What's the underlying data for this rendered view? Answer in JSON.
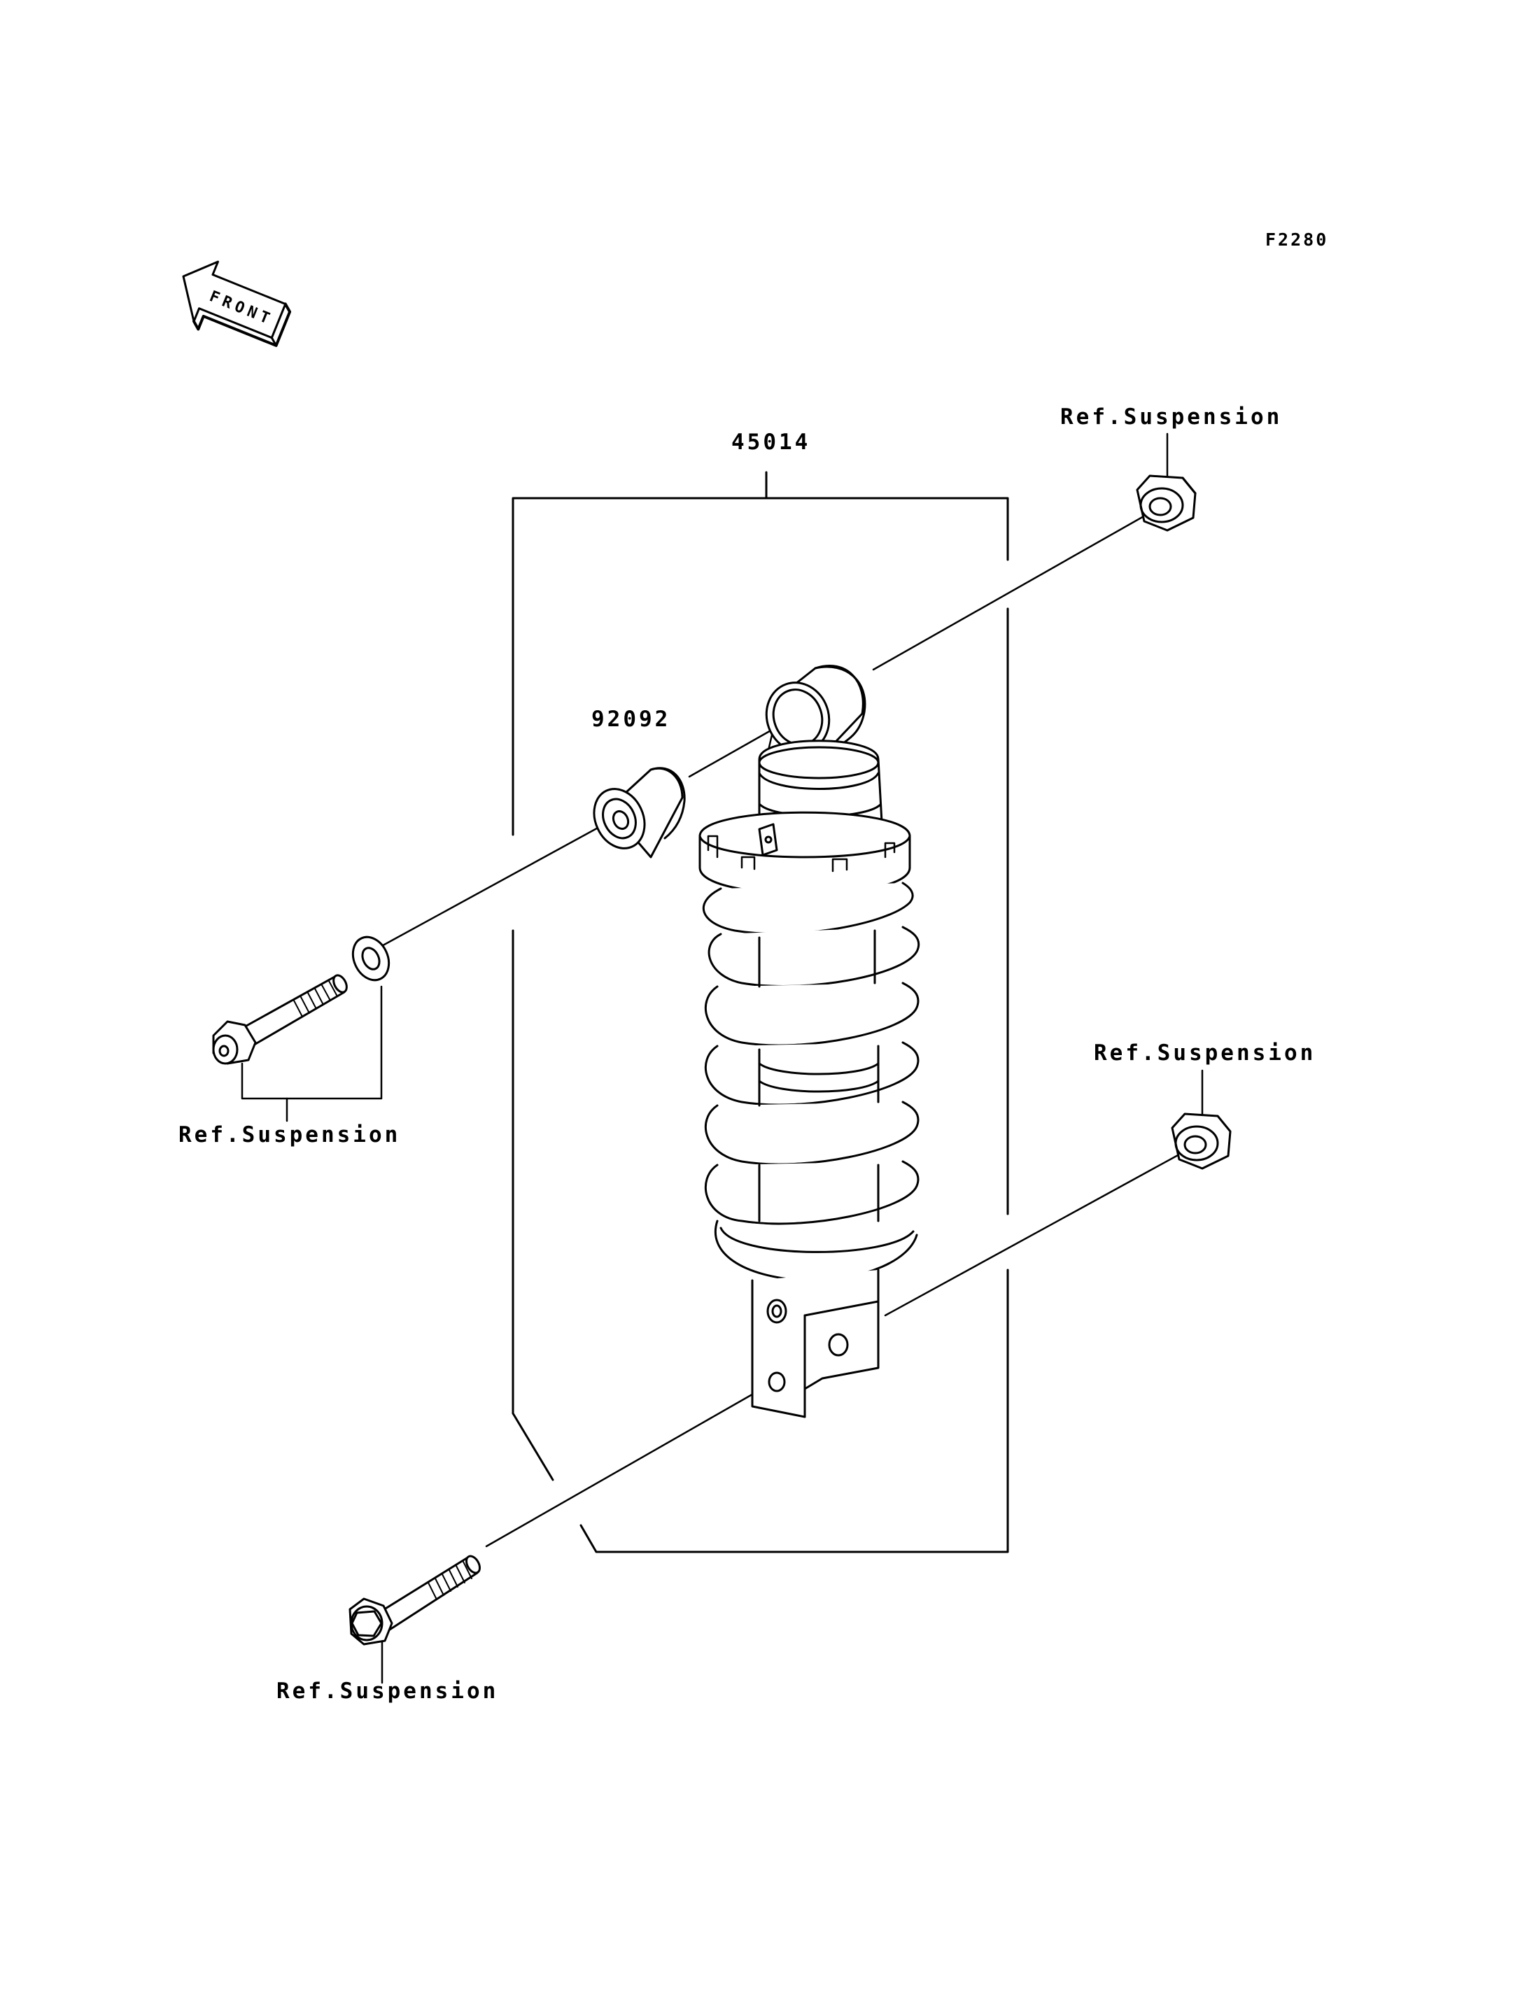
{
  "diagram_code": "F2280",
  "front_label": "FRONT",
  "labels": {
    "assembly": "45014",
    "bushing": "92092",
    "ref_top_right": "Ref.Suspension",
    "ref_mid_right": "Ref.Suspension",
    "ref_left": "Ref.Suspension",
    "ref_bottom": "Ref.Suspension"
  }
}
